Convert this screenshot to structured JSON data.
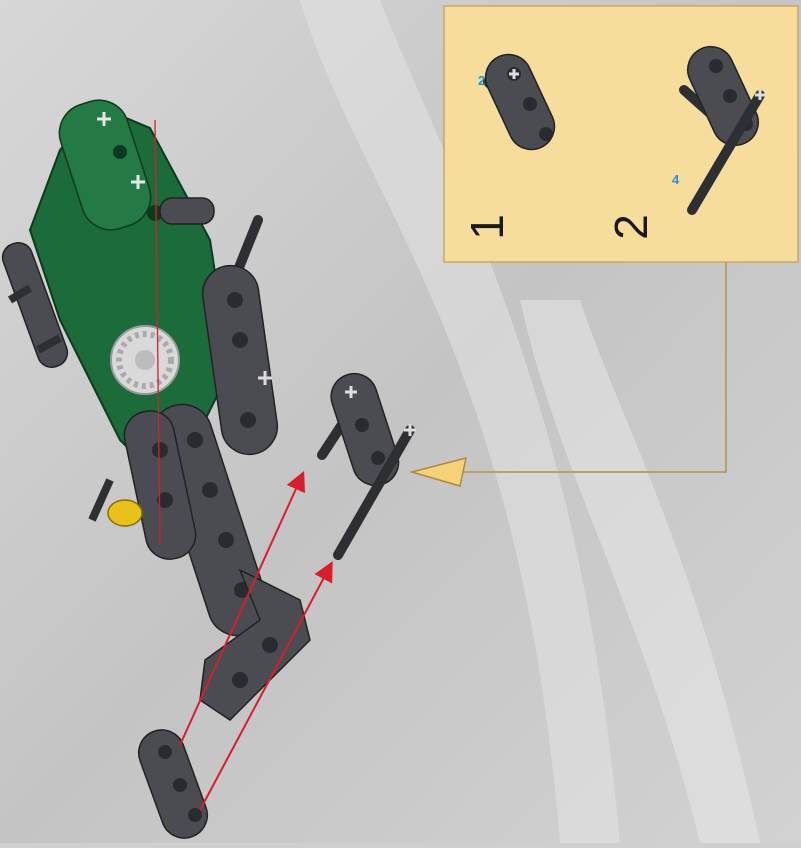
{
  "callout": {
    "steps": [
      {
        "number": "1",
        "part_quantity": "2"
      },
      {
        "number": "2",
        "part_quantity": "4"
      }
    ]
  },
  "colors": {
    "background": "#cfcfcf",
    "callout_panel": "#f7dd9c",
    "callout_border": "#c9a860",
    "green_part": "#1c6b3a",
    "dark_gray_part": "#4a4c52",
    "axle": "#2d2f33",
    "gear": "#d9d9d9",
    "yellow_part": "#e8c21a",
    "direction_arrow": "#d81e2c",
    "callout_pointer": "#f5d27a"
  },
  "icons": [
    "gearbox-assembly-icon",
    "crank-arm-icon",
    "beam-icon",
    "axle-icon",
    "gear-icon"
  ]
}
